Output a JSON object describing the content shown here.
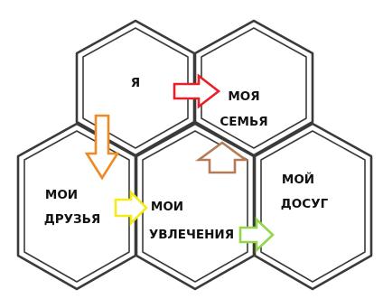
{
  "cells": [
    {
      "id": "ya",
      "label_lines": [
        "Я"
      ]
    },
    {
      "id": "moya-semya",
      "label_lines": [
        "МОЯ",
        "СЕМЬЯ"
      ]
    },
    {
      "id": "moi-druzya",
      "label_lines": [
        "МОИ",
        "ДРУЗЬЯ"
      ]
    },
    {
      "id": "moi-uvlecheniya",
      "label_lines": [
        "МОИ",
        "УВЛЕЧЕНИЯ"
      ]
    },
    {
      "id": "moi-dosug",
      "label_lines": [
        "МОЙ",
        "ДОСУГ"
      ]
    }
  ],
  "arrows": [
    {
      "id": "ya-to-semya",
      "from": "Я",
      "to": "МОЯ СЕМЬЯ",
      "color": "#e8202a"
    },
    {
      "id": "ya-to-druzya",
      "from": "Я",
      "to": "МОИ ДРУЗЬЯ",
      "color": "#f08a24"
    },
    {
      "id": "druzya-to-uvlecheniya",
      "from": "МОИ ДРУЗЬЯ",
      "to": "МОИ УВЛЕЧЕНИЯ",
      "color": "#f5ea1a"
    },
    {
      "id": "uvlecheniya-to-semya",
      "from": "МОИ УВЛЕЧЕНИЯ",
      "to": "МОЯ СЕМЬЯ",
      "color": "#b27d56"
    },
    {
      "id": "uvlecheniya-to-dosug",
      "from": "МОИ УВЛЕЧЕНИЯ",
      "to": "МОЙ ДОСУГ",
      "color": "#92d64a"
    }
  ]
}
